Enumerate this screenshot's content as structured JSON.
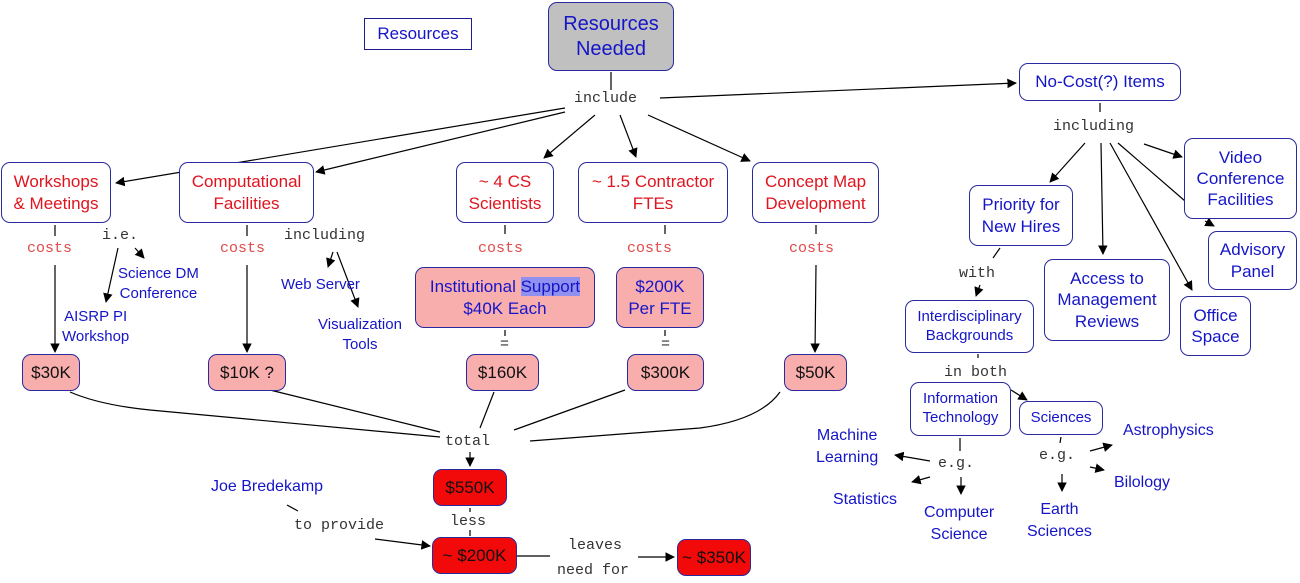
{
  "title_box": "Resources",
  "root": "Resources\nNeeded",
  "links": {
    "include": "include",
    "including_nocost": "including",
    "including_comp": "including",
    "ie": "i.e.",
    "costs": "costs",
    "equals": "=",
    "total": "total",
    "less": "less",
    "to_provide": "to provide",
    "leaves": "leaves",
    "need_for": "need for",
    "with": "with",
    "in_both": "in both",
    "eg": "e.g."
  },
  "categories": [
    {
      "id": "workshops",
      "label": "Workshops\n& Meetings",
      "cost": "$30K"
    },
    {
      "id": "computational",
      "label": "Computational\nFacilities",
      "cost": "$10K ?"
    },
    {
      "id": "cs",
      "label": "~ 4 CS\nScientists",
      "detail_pre": "Institutional ",
      "detail_hl": "Support",
      "detail_post": "\n$40K Each",
      "cost": "$160K"
    },
    {
      "id": "contractor",
      "label": "~ 1.5 Contractor\nFTEs",
      "detail": "$200K\nPer FTE",
      "cost": "$300K"
    },
    {
      "id": "conceptmap",
      "label": "Concept Map\nDevelopment",
      "cost": "$50K"
    }
  ],
  "workshop_examples": [
    "Science DM\nConference",
    "AISRP PI\nWorkshop"
  ],
  "computational_examples": [
    "Web Server",
    "Visualization\nTools"
  ],
  "totals": {
    "total": "$550K",
    "provided": "~ $200K",
    "remaining": "~ $350K"
  },
  "provider": "Joe Bredekamp",
  "no_cost": {
    "label": "No-Cost(?) Items",
    "items": [
      "Priority for\nNew Hires",
      "Access to\nManagement\nReviews",
      "Office\nSpace",
      "Video\nConference\nFacilities",
      "Advisory\nPanel"
    ],
    "backgrounds": "Interdisciplinary\nBackgrounds",
    "it": "Information\nTechnology",
    "sciences": "Sciences",
    "it_examples": [
      "Machine\nLearning",
      "Statistics",
      "Computer\nScience"
    ],
    "science_examples": [
      "Astrophysics",
      "Bilology",
      "Earth\nSciences"
    ]
  },
  "colors": {
    "node_border": "#2a2aa0",
    "pink": "#f9aeae",
    "red": "#f20a0a",
    "grey": "#c0c0c0",
    "text_blue": "#1515c8",
    "text_red": "#e0141e"
  }
}
